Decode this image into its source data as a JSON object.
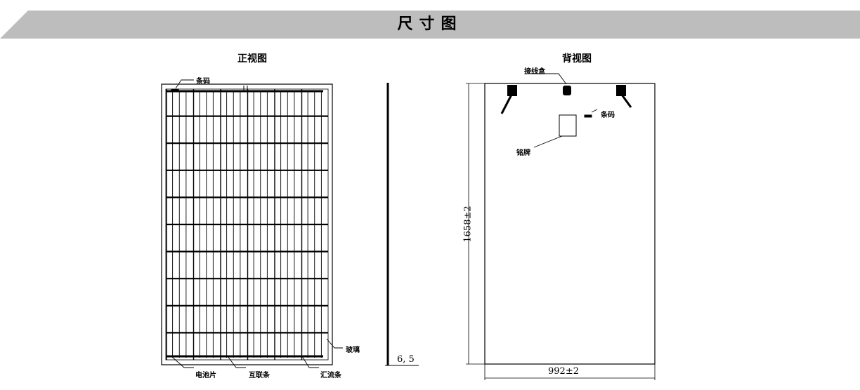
{
  "header": {
    "title": "尺寸图"
  },
  "front_view": {
    "title": "正视图",
    "labels": {
      "barcode": "条码",
      "glass": "玻璃",
      "cell": "电池片",
      "interconnect": "互联条",
      "busbar": "汇流条"
    }
  },
  "side_view": {
    "thickness": "6, 5"
  },
  "back_view": {
    "title": "背视图",
    "labels": {
      "junction_box": "接线盒",
      "barcode": "条码",
      "nameplate": "铭牌"
    },
    "dimensions": {
      "height": "1658±2",
      "width": "992±2"
    }
  }
}
